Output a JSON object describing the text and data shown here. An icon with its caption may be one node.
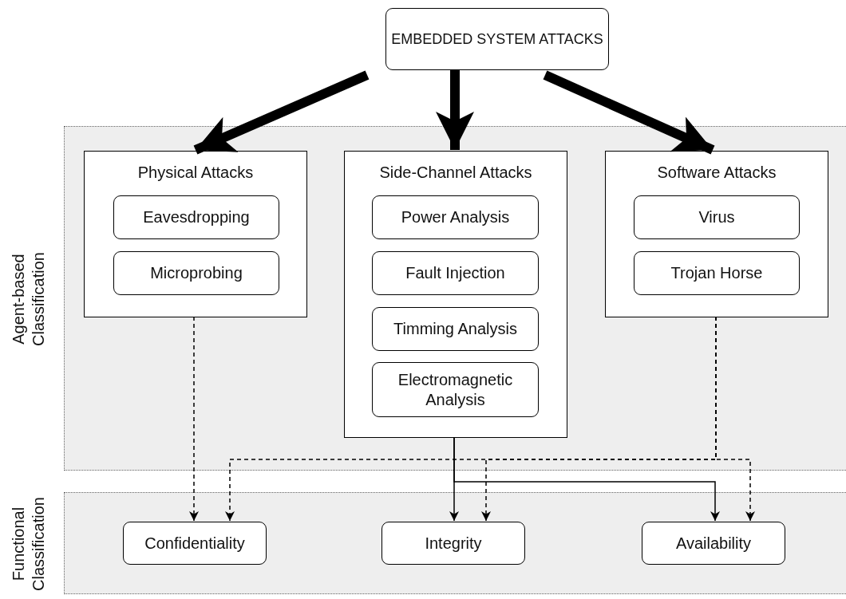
{
  "diagram": {
    "nodes": [
      {
        "text": [
          "EMBEDDED SYSTEM ATTACKS"
        ]
      },
      {
        "text": [
          "Agent-based Classification"
        ]
      },
      {
        "text": [
          "Physical Attacks"
        ],
        "in": 1
      },
      {
        "text": [
          "Eavesdropping"
        ],
        "in": 2
      },
      {
        "text": [
          "Microprobing"
        ],
        "in": 2
      },
      {
        "text": [
          "Side-Channel Attacks"
        ],
        "in": 1
      },
      {
        "text": [
          "Power Analysis"
        ],
        "in": 5
      },
      {
        "text": [
          "Fault Injection"
        ],
        "in": 5
      },
      {
        "text": [
          "Timming Analysis"
        ],
        "in": 5
      },
      {
        "text": [
          "Electromagnetic Analysis"
        ],
        "in": 5
      },
      {
        "text": [
          "Software Attacks"
        ],
        "in": 1
      },
      {
        "text": [
          "Virus"
        ],
        "in": 10
      },
      {
        "text": [
          "Trojan Horse"
        ],
        "in": 10
      },
      {
        "text": [
          "Functional Classification"
        ]
      },
      {
        "text": [
          "Confidentiality"
        ],
        "in": 13
      },
      {
        "text": [
          "Integrity"
        ],
        "in": 13
      },
      {
        "text": [
          "Availability"
        ],
        "in": 13
      }
    ],
    "edges": [
      {
        "from": 0,
        "to": 2,
        "arrow": "to",
        "style": "thick"
      },
      {
        "from": 0,
        "to": 5,
        "arrow": "to",
        "style": "thick"
      },
      {
        "from": 0,
        "to": 10,
        "arrow": "to",
        "style": "thick"
      },
      {
        "from": 2,
        "to": 14,
        "arrow": "to",
        "style": "dashed"
      },
      {
        "from": 5,
        "to": 15,
        "arrow": "to"
      },
      {
        "from": 5,
        "to": 16,
        "arrow": "to"
      },
      {
        "from": 10,
        "to": 14,
        "arrow": "to",
        "style": "dashed"
      },
      {
        "from": 10,
        "to": 15,
        "arrow": "to",
        "style": "dashed"
      },
      {
        "from": 10,
        "to": 16,
        "arrow": "to",
        "style": "dashed"
      }
    ]
  }
}
